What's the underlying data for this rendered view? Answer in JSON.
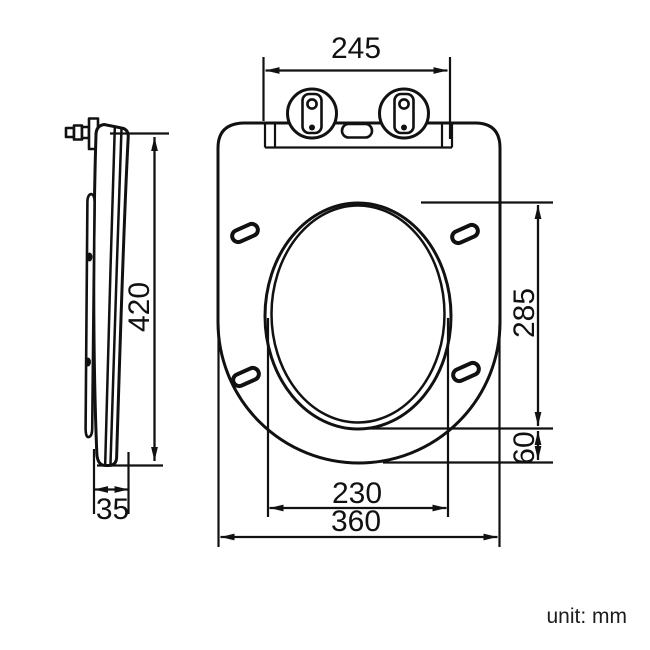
{
  "drawing": {
    "type": "technical-dimension-drawing",
    "subject": "toilet seat with soft-close hinges (side view and top view)",
    "unit_label": "unit: mm",
    "line_color": "#111111",
    "background_color": "#ffffff",
    "side_view": {
      "overall_depth": "420",
      "thickness": "35"
    },
    "top_view": {
      "hinge_plate_width": "245",
      "opening_length": "285",
      "front_rim_height": "60",
      "opening_width": "230",
      "overall_width": "360"
    }
  }
}
